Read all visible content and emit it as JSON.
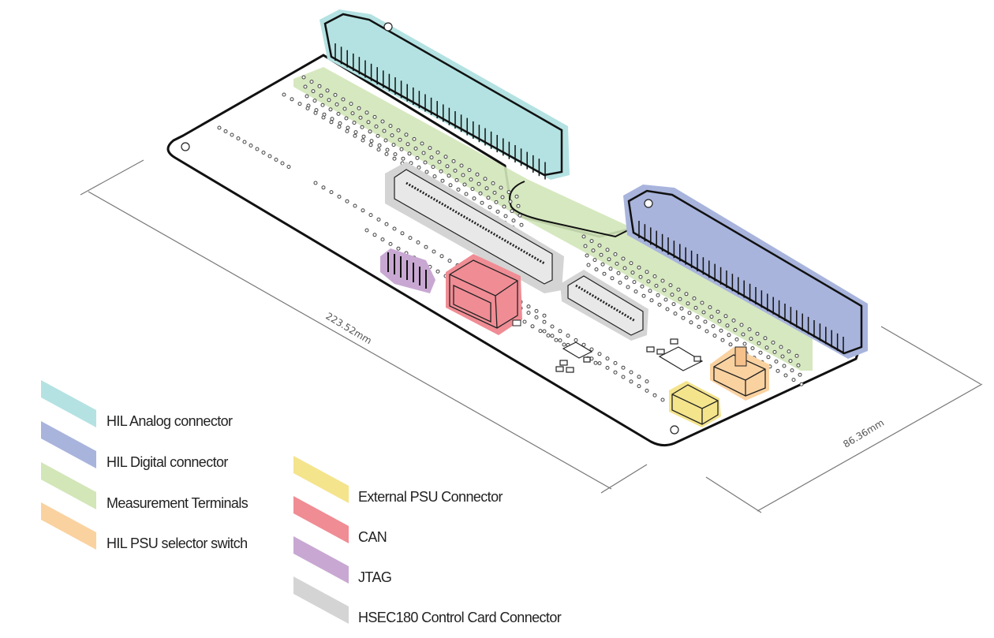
{
  "diagram": {
    "subject": "HIL interface board isometric view",
    "dimensions": {
      "length": "223.52mm",
      "width": "86.36mm"
    },
    "legend": [
      {
        "label": "HIL Analog connector",
        "color": "#b4e2e2"
      },
      {
        "label": "HIL Digital connector",
        "color": "#a8b4dc"
      },
      {
        "label": "Measurement Terminals",
        "color": "#d2e6b8"
      },
      {
        "label": "HIL PSU selector switch",
        "color": "#fad2a0"
      },
      {
        "label": "External PSU Connector",
        "color": "#f4e48c"
      },
      {
        "label": "CAN",
        "color": "#f08c94"
      },
      {
        "label": "JTAG",
        "color": "#c8a8d2"
      },
      {
        "label": "HSEC180 Control Card Connector",
        "color": "#d4d4d4"
      }
    ],
    "outline_color": "#111111",
    "dimension_line_color": "#777777"
  }
}
